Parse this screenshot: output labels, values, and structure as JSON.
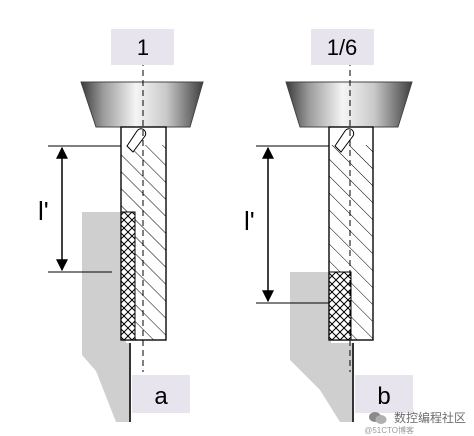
{
  "panels": [
    {
      "id": "a",
      "ratio_label": "1",
      "length_label": "l'",
      "panel_label": "a"
    },
    {
      "id": "b",
      "ratio_label": "1/6",
      "length_label": "l'",
      "panel_label": "b"
    }
  ],
  "watermark": {
    "text": "数控编程社区",
    "sub": "@51CTO博客",
    "icon": "wechat-icon"
  },
  "colors": {
    "label_box": "#e7e4ee",
    "workpiece": "#cfcfcf",
    "holder_dark": "#3a3a3a",
    "holder_light": "#f2f2f2",
    "line": "#000000"
  }
}
